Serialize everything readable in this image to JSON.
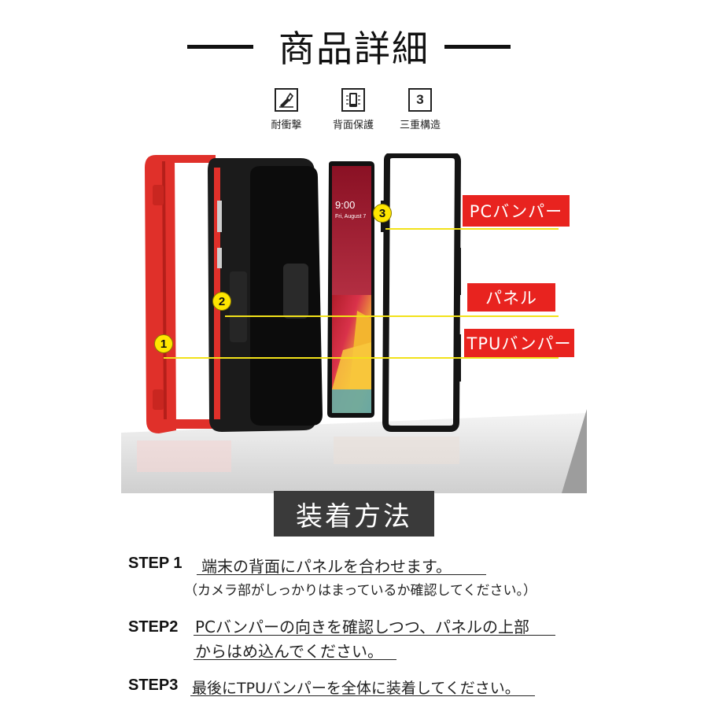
{
  "header": {
    "title": "商品詳細"
  },
  "features": [
    {
      "icon": "impact-resistant-icon",
      "label": "耐衝撃"
    },
    {
      "icon": "back-protection-icon",
      "label": "背面保護"
    },
    {
      "icon": "triple-structure-icon",
      "icon_text": "3",
      "label": "三重構造"
    }
  ],
  "illustration": {
    "markers": [
      "1",
      "2",
      "3"
    ],
    "labels": {
      "pc_bumper": "PCバンパー",
      "panel": "パネル",
      "tpu_bumper": "TPUバンパー"
    },
    "phone_screen": {
      "time": "9:00",
      "date": "Fri, August 7"
    },
    "colors": {
      "tag_red": "#e8231f",
      "marker_yellow": "#ffe600",
      "case_red": "#e0302a"
    }
  },
  "installation": {
    "title": "装着方法",
    "steps": [
      {
        "label": "STEP 1",
        "lines": [
          "端末の背面にパネルを合わせます。"
        ],
        "note": "（カメラ部がしっかりはまっているか確認してください。）"
      },
      {
        "label": "STEP2",
        "lines": [
          "PCバンパーの向きを確認しつつ、パネルの上部",
          "からはめ込んでください。"
        ]
      },
      {
        "label": "STEP3",
        "lines": [
          "最後にTPUバンパーを全体に装着してください。"
        ]
      }
    ]
  }
}
